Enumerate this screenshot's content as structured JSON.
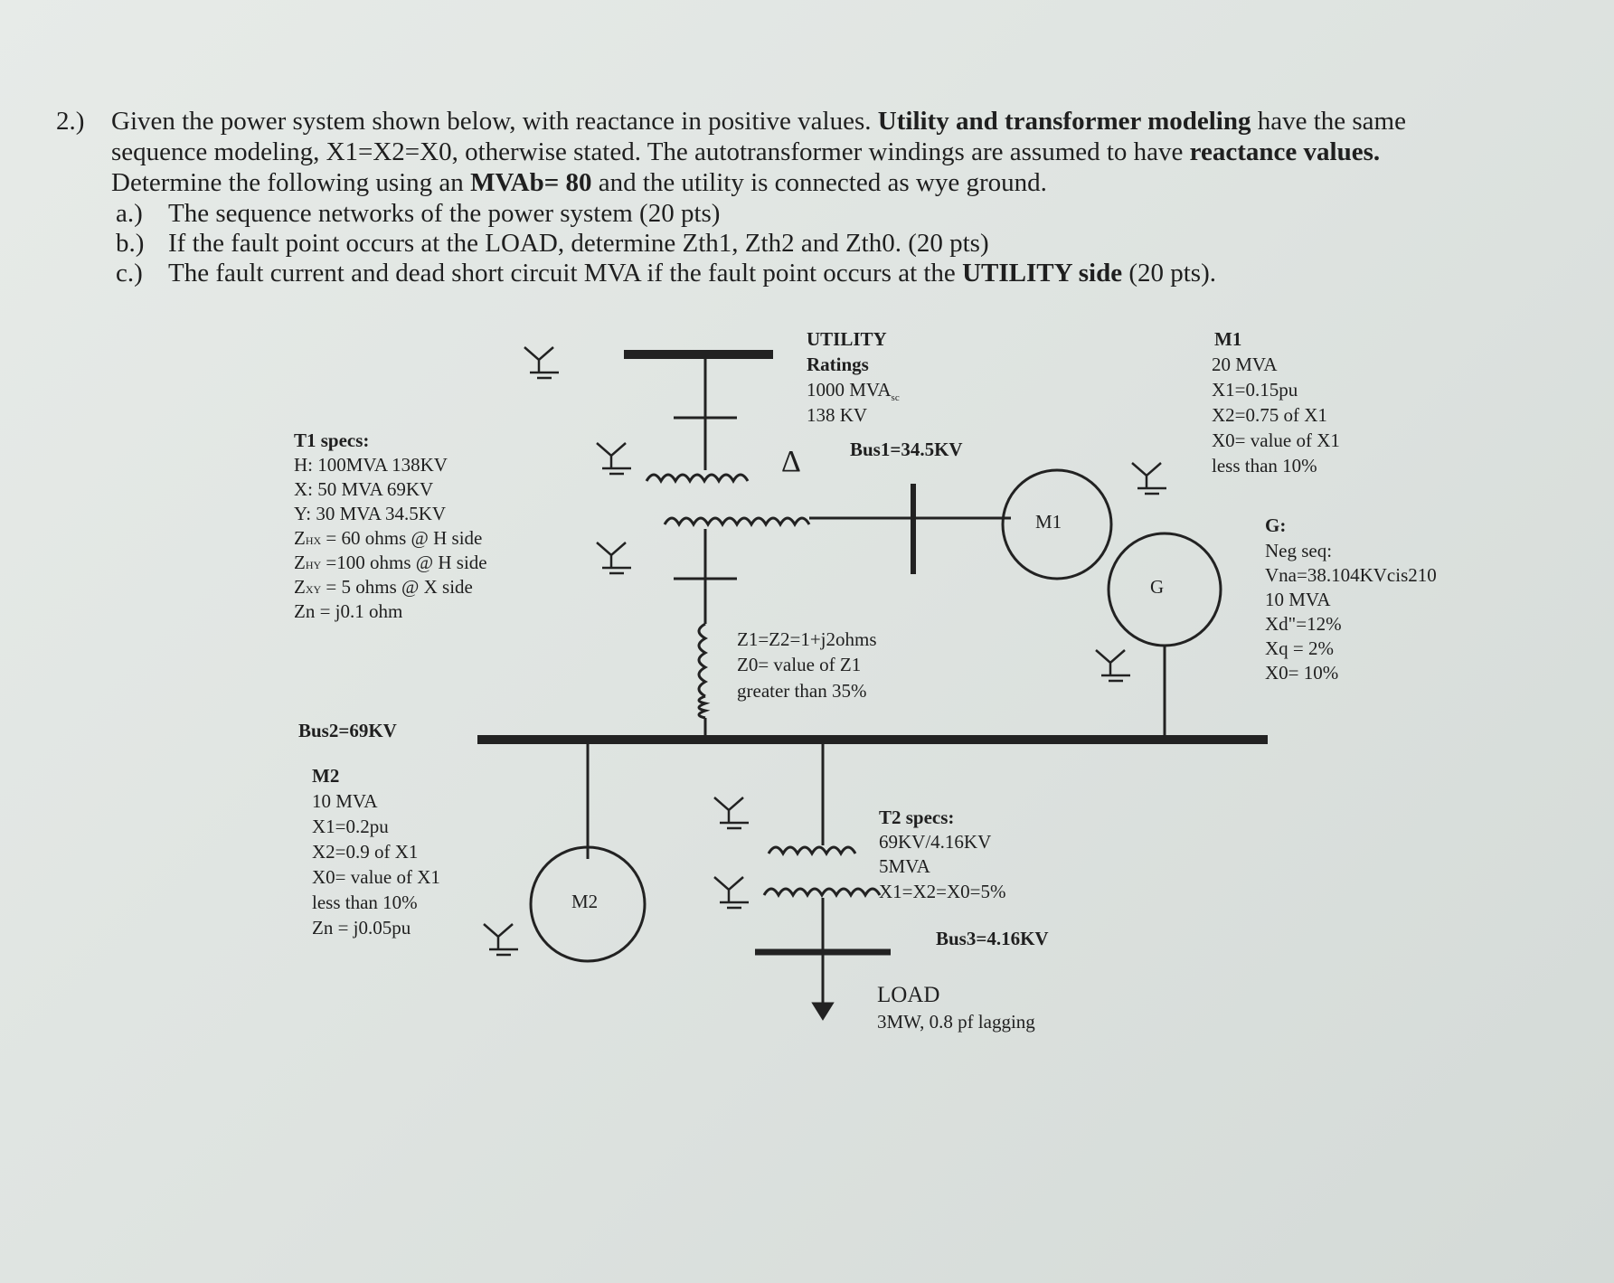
{
  "problem": {
    "number": "2.)",
    "line1_a": "Given the power system shown below, with reactance in positive values.",
    "line1_b": "Utility and transformer modeling",
    "line1_c": "have the same",
    "line2_a": "sequence modeling, X1=X2=X0, otherwise stated. The autotransformer windings are assumed to have",
    "line2_b": "reactance values.",
    "line3_a": "Determine the following using an",
    "line3_b": "MVAb= 80",
    "line3_c": "and the utility is connected as wye ground.",
    "part_a_label": "a.)",
    "part_a_text": "The sequence networks of the power system  (20 pts)",
    "part_b_label": "b.)",
    "part_b_text": "If the fault point occurs at the LOAD, determine Zth1, Zth2 and Zth0. (20 pts)",
    "part_c_label": "c.)",
    "part_c_text_a": "The fault current and dead short circuit MVA if the fault point occurs at the",
    "part_c_text_b": "UTILITY side",
    "part_c_text_c": "(20 pts)."
  },
  "utility": {
    "title": "UTILITY",
    "ratings": "Ratings",
    "mva": "1000 MVA",
    "mva_sub": "sc",
    "kv": "138 KV"
  },
  "t1": {
    "title": "T1 specs:",
    "h": "H: 100MVA 138KV",
    "x": "X: 50 MVA 69KV",
    "y": "Y: 30 MVA 34.5KV",
    "zhx": "Z",
    "zhx_sub": "HX",
    "zhx_val": " = 60 ohms @ H side",
    "zhy_sub": "HY",
    "zhy_val": " =100 ohms @ H side",
    "zxy_sub": "XY",
    "zxy_val": " = 5 ohms @ X side",
    "zn": "Zn = j0.1 ohm"
  },
  "bus1": "Bus1=34.5KV",
  "bus2": "Bus2=69KV",
  "bus3": "Bus3=4.16KV",
  "line": {
    "z12": "Z1=Z2=1+j2ohms",
    "z0a": "Z0= value of Z1",
    "z0b": "greater than 35%"
  },
  "m1": {
    "title": "M1",
    "mva": "20 MVA",
    "x1": "X1=0.15pu",
    "x2": "X2=0.75 of X1",
    "x0a": "X0= value of X1",
    "x0b": "less than 10%",
    "symbol": "M1"
  },
  "g": {
    "title": "G:",
    "neg": "Neg seq:",
    "vna": "Vna=38.104KVcis210",
    "mva": "10 MVA",
    "xd": "Xd\"=12%",
    "xq": "Xq = 2%",
    "x0": "X0= 10%",
    "symbol": "G"
  },
  "m2": {
    "title": "M2",
    "mva": "10 MVA",
    "x1": "X1=0.2pu",
    "x2": "X2=0.9 of X1",
    "x0a": "X0= value of X1",
    "x0b": "less than 10%",
    "zn": "Zn = j0.05pu",
    "symbol": "M2"
  },
  "t2": {
    "title": "T2 specs:",
    "kv": "69KV/4.16KV",
    "mva": "5MVA",
    "x": "X1=X2=X0=5%"
  },
  "load": {
    "title": "LOAD",
    "spec": "3MW, 0.8 pf lagging"
  },
  "delta_symbol": "Δ"
}
